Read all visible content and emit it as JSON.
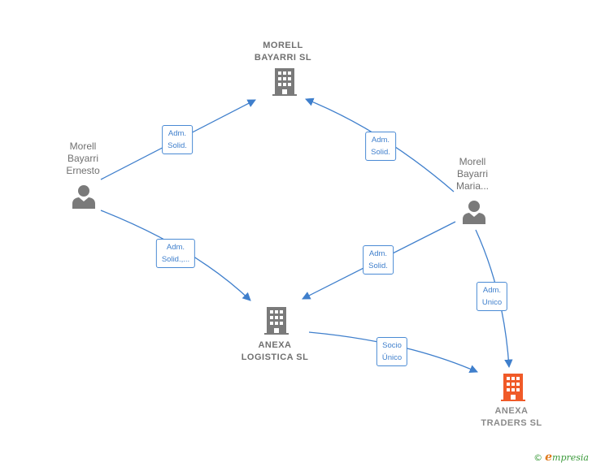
{
  "colors": {
    "edge": "#3f7fcc",
    "node_gray": "#7a7a7a",
    "target": "#f05a28",
    "brand_green": "#3a9a3a",
    "brand_orange": "#e07b1f"
  },
  "nodes": {
    "morell_bayarri_sl": {
      "lines": [
        "MORELL",
        "BAYARRI  SL"
      ],
      "icon": "building-icon"
    },
    "morell_bayarri_ernesto": {
      "lines": [
        "Morell",
        "Bayarri",
        "Ernesto"
      ],
      "icon": "person-icon"
    },
    "morell_bayarri_maria": {
      "lines": [
        "Morell",
        "Bayarri",
        "Maria..."
      ],
      "icon": "person-icon"
    },
    "anexa_logistica_sl": {
      "lines": [
        "ANEXA",
        "LOGISTICA  SL"
      ],
      "icon": "building-icon"
    },
    "anexa_traders_sl": {
      "lines": [
        "ANEXA",
        "TRADERS  SL"
      ],
      "icon": "building-icon"
    }
  },
  "edges": [
    {
      "from": "morell_bayarri_ernesto",
      "to": "morell_bayarri_sl",
      "label": [
        "Adm.",
        "Solid."
      ]
    },
    {
      "from": "morell_bayarri_maria",
      "to": "morell_bayarri_sl",
      "label": [
        "Adm.",
        "Solid."
      ]
    },
    {
      "from": "morell_bayarri_ernesto",
      "to": "anexa_logistica_sl",
      "label": [
        "Adm.",
        "Solid.,..."
      ]
    },
    {
      "from": "morell_bayarri_maria",
      "to": "anexa_logistica_sl",
      "label": [
        "Adm.",
        "Solid."
      ]
    },
    {
      "from": "morell_bayarri_maria",
      "to": "anexa_traders_sl",
      "label": [
        "Adm.",
        "Unico"
      ]
    },
    {
      "from": "anexa_logistica_sl",
      "to": "anexa_traders_sl",
      "label": [
        "Socio",
        "Único"
      ]
    }
  ],
  "brand": {
    "copyright_symbol": "©",
    "initial": "e",
    "name": "mpresia"
  }
}
